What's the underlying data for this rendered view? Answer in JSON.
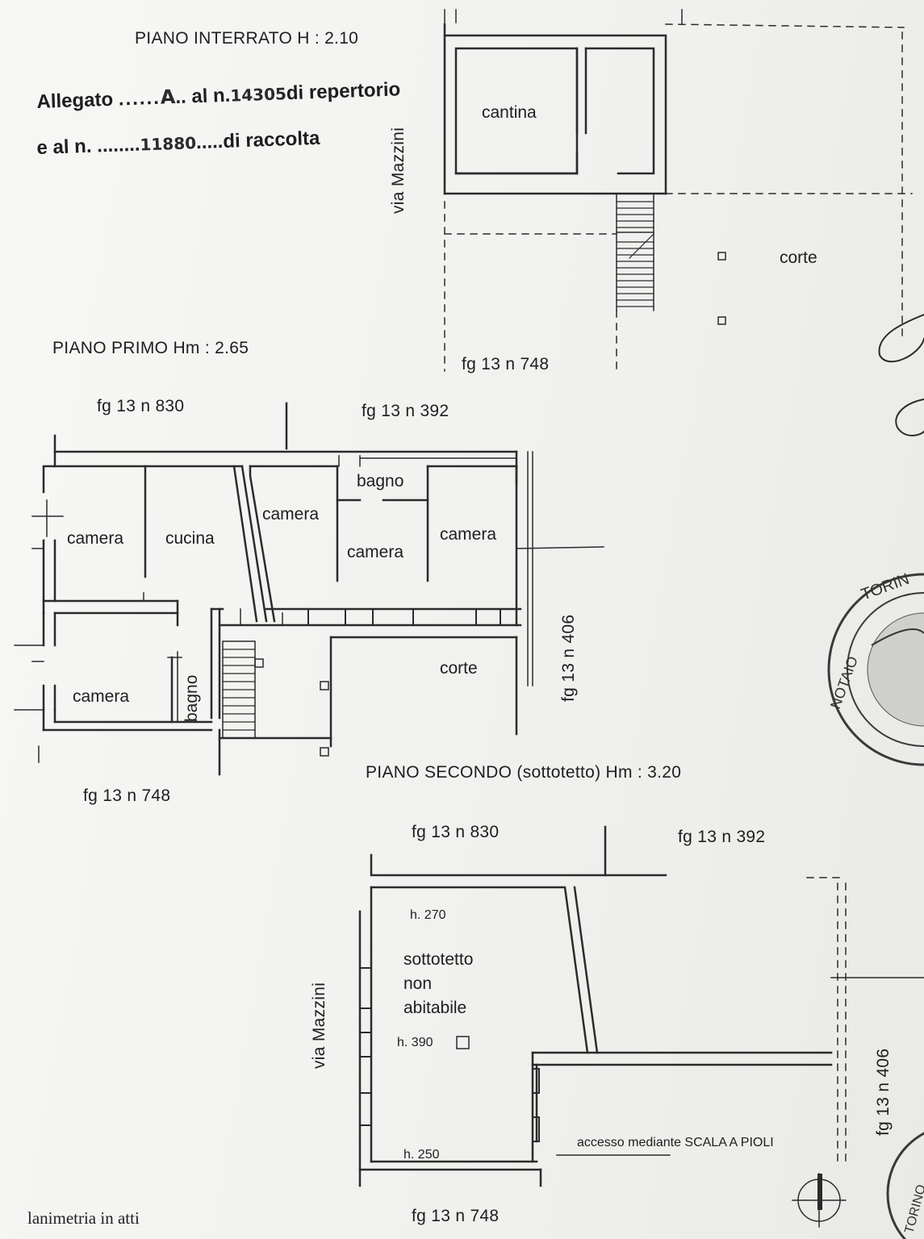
{
  "header": {
    "level_basement": "PIANO INTERRATO  H : 2.10",
    "allegato_line1_a": "Allegato",
    "allegato_letter": "A",
    "allegato_line1_b": "al n.",
    "repertorio_number": "14305",
    "allegato_line1_c": "di repertorio",
    "allegato_line2_a": "e al n.",
    "raccolta_number": "11880",
    "allegato_line2_b": "di raccolta"
  },
  "basement": {
    "room_cantina": "cantina",
    "street": "via  Mazzini",
    "courtyard": "corte",
    "parcel_below": "fg 13 n  748"
  },
  "first_floor": {
    "title": "PIANO  PRIMO  Hm : 2.65",
    "parcel_top_left": "fg 13 n  830",
    "parcel_top_right": "fg 13 n  392",
    "parcel_right": "fg 13 n 406",
    "parcel_bottom": "fg 13 n  748",
    "rooms": {
      "camera_1": "camera",
      "cucina": "cucina",
      "camera_2": "camera",
      "bagno_1": "bagno",
      "camera_3": "camera",
      "camera_4": "camera",
      "camera_5": "camera",
      "bagno_2": "bagno",
      "corte": "corte"
    }
  },
  "second_floor": {
    "title": "PIANO  SECONDO (sottotetto)  Hm : 3.20",
    "parcel_top_left": "fg 13 n  830",
    "parcel_top_right": "fg 13 n  392",
    "parcel_right": "fg 13 n 406",
    "parcel_bottom": "fg 13 n  748",
    "street": "via  Mazzini",
    "height_top": "h.  270",
    "room_line1": "sottotetto",
    "room_line2": "non",
    "room_line3": "abitabile",
    "height_mid": "h.  390",
    "height_bottom": "h.  250",
    "access_note": "accesso mediante  SCALA A PIOLI"
  },
  "footer": {
    "text": "lanimetria in atti"
  },
  "stamp": {
    "ring_text_top": "TORIN",
    "ring_text_left": "NOTAIO",
    "ring_text_bottom": "TORINO"
  }
}
